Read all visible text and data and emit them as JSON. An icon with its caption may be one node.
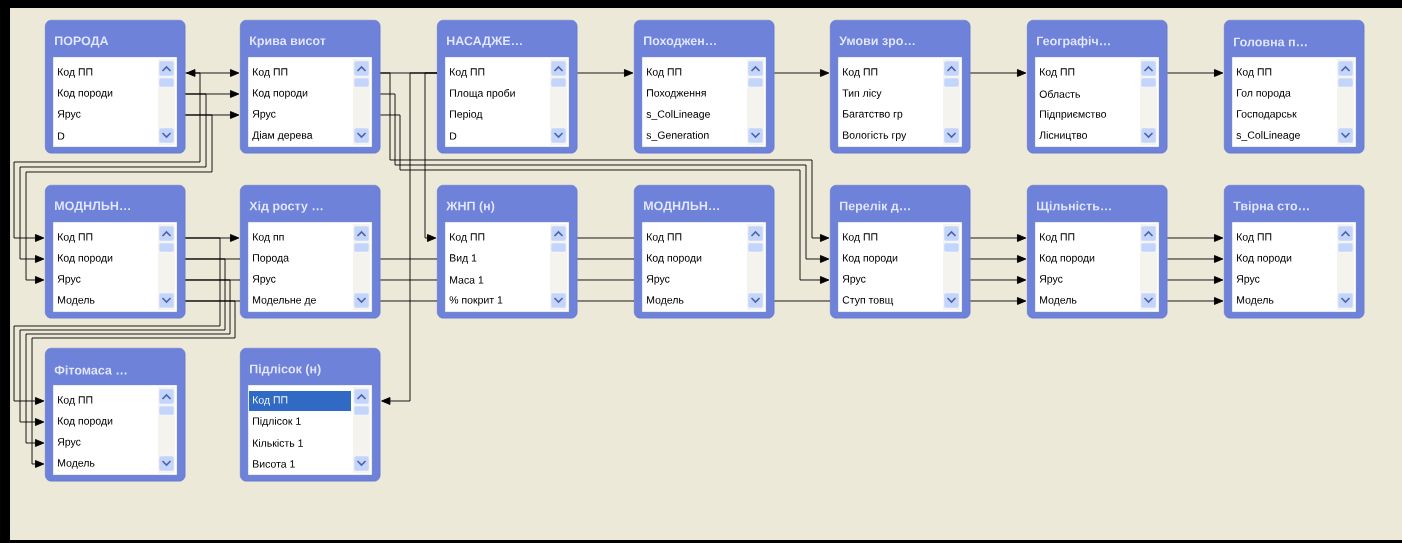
{
  "diagram": {
    "nodes": [
      {
        "text": [
          "ПОРОДА",
          "Код ПП",
          "Код породи",
          "Ярус",
          "D"
        ]
      },
      {
        "text": [
          "Крива висот",
          "Код ПП",
          "Код породи",
          "Ярус",
          "Діам дерева"
        ]
      },
      {
        "text": [
          "НАСАДЖЕ…",
          "Код ПП",
          "Площа проби",
          "Період",
          "D"
        ]
      },
      {
        "text": [
          "Походжен…",
          "Код ПП",
          "Походження",
          "s_ColLineage",
          "s_Generation"
        ]
      },
      {
        "text": [
          "Умови зро…",
          "Код ПП",
          "Тип лісу",
          "Багатство гр",
          "Вологість гру"
        ]
      },
      {
        "text": [
          "Географіч…",
          "Код ПП",
          "Область",
          "Підприємство",
          "Лісництво"
        ]
      },
      {
        "text": [
          "Головна п…",
          "Код ПП",
          "Гол порода",
          "Господарськ",
          "s_ColLineage"
        ]
      },
      {
        "text": [
          "МОДНЛЬН…",
          "Код ПП",
          "Код породи",
          "Ярус",
          "Модель"
        ]
      },
      {
        "text": [
          "Хід росту …",
          "Код пп",
          "Порода",
          "Ярус",
          "Модельне де"
        ]
      },
      {
        "text": [
          "ЖНП (н)",
          "Код ПП",
          "Вид 1",
          "Маса 1",
          "% покрит 1"
        ]
      },
      {
        "text": [
          "МОДНЛЬН…",
          "Код ПП",
          "Код породи",
          "Ярус",
          "Модель"
        ]
      },
      {
        "text": [
          "Перелік д…",
          "Код ПП",
          "Код породи",
          "Ярус",
          "Ступ товщ"
        ]
      },
      {
        "text": [
          "Щільність…",
          "Код ПП",
          "Код породи",
          "Ярус",
          "Модель"
        ]
      },
      {
        "text": [
          "Твірна сто…",
          "Код ПП",
          "Код породи",
          "Ярус",
          "Модель"
        ]
      },
      {
        "text": [
          "Фітомаса …",
          "Код ПП",
          "Код породи",
          "Ярус",
          "Модель"
        ]
      },
      {
        "text": [
          "Підлісок (н)",
          "Код ПП",
          "Підлісок 1",
          "Кількість 1",
          "Висота 1"
        ]
      }
    ],
    "edges": [
      {
        "from": 0,
        "to": 1,
        "arrow": "both"
      },
      {
        "from": 0,
        "to": 1,
        "arrow": "to"
      },
      {
        "from": 0,
        "to": 1,
        "arrow": "to"
      },
      {
        "from": 1,
        "to": 2,
        "arrow": "none"
      },
      {
        "from": 2,
        "to": 3,
        "arrow": "to"
      },
      {
        "from": 3,
        "to": 4,
        "arrow": "to"
      },
      {
        "from": 4,
        "to": 5,
        "arrow": "to"
      },
      {
        "from": 5,
        "to": 6,
        "arrow": "to"
      },
      {
        "from": 2,
        "to": 9,
        "arrow": "to"
      },
      {
        "from": 2,
        "to": 15,
        "arrow": "to"
      },
      {
        "from": 0,
        "to": 7,
        "arrow": "to"
      },
      {
        "from": 0,
        "to": 7,
        "arrow": "to"
      },
      {
        "from": 0,
        "to": 7,
        "arrow": "to"
      },
      {
        "from": 1,
        "to": 11,
        "arrow": "to"
      },
      {
        "from": 1,
        "to": 11,
        "arrow": "to"
      },
      {
        "from": 1,
        "to": 11,
        "arrow": "to"
      },
      {
        "from": 7,
        "to": 8,
        "arrow": "to"
      },
      {
        "from": 7,
        "to": 8,
        "arrow": "none"
      },
      {
        "from": 7,
        "to": 8,
        "arrow": "none"
      },
      {
        "from": 7,
        "to": 8,
        "arrow": "none"
      },
      {
        "from": 8,
        "to": 9,
        "arrow": "none"
      },
      {
        "from": 8,
        "to": 9,
        "arrow": "none"
      },
      {
        "from": 8,
        "to": 9,
        "arrow": "none"
      },
      {
        "from": 9,
        "to": 10,
        "arrow": "none"
      },
      {
        "from": 9,
        "to": 10,
        "arrow": "none"
      },
      {
        "from": 9,
        "to": 10,
        "arrow": "none"
      },
      {
        "from": 9,
        "to": 10,
        "arrow": "none"
      },
      {
        "from": 10,
        "to": 11,
        "arrow": "none"
      },
      {
        "from": 11,
        "to": 12,
        "arrow": "to"
      },
      {
        "from": 11,
        "to": 12,
        "arrow": "to"
      },
      {
        "from": 11,
        "to": 12,
        "arrow": "to"
      },
      {
        "from": 11,
        "to": 12,
        "arrow": "to"
      },
      {
        "from": 12,
        "to": 13,
        "arrow": "to"
      },
      {
        "from": 12,
        "to": 13,
        "arrow": "to"
      },
      {
        "from": 12,
        "to": 13,
        "arrow": "to"
      },
      {
        "from": 12,
        "to": 13,
        "arrow": "to"
      },
      {
        "from": 7,
        "to": 14,
        "arrow": "to"
      },
      {
        "from": 7,
        "to": 14,
        "arrow": "to"
      },
      {
        "from": 7,
        "to": 14,
        "arrow": "to"
      },
      {
        "from": 7,
        "to": 14,
        "arrow": "to"
      }
    ]
  }
}
